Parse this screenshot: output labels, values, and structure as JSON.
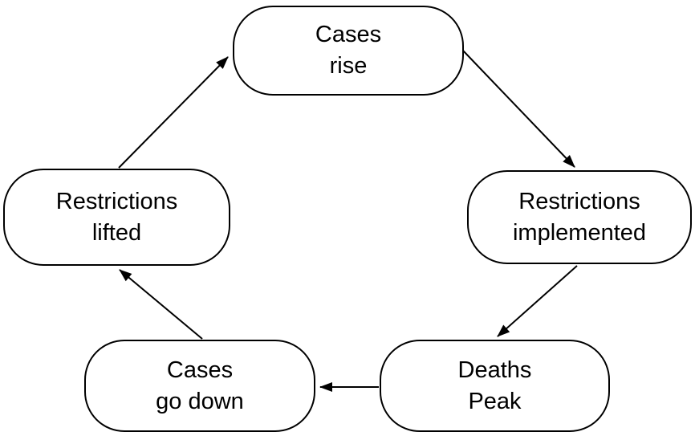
{
  "diagram": {
    "type": "cycle-flowchart",
    "background_color": "#ffffff",
    "node_fill_color": "#ffffff",
    "node_stroke_color": "#000000",
    "text_color": "#000000",
    "arrow_color": "#000000",
    "nodes": [
      {
        "id": "cases-rise",
        "line1": "Cases",
        "line2": "rise",
        "position": "top-center"
      },
      {
        "id": "restrictions-implemented",
        "line1": "Restrictions",
        "line2": "implemented",
        "position": "right"
      },
      {
        "id": "deaths-peak",
        "line1": "Deaths",
        "line2": "Peak",
        "position": "bottom-right"
      },
      {
        "id": "cases-go-down",
        "line1": "Cases",
        "line2": "go down",
        "position": "bottom-left"
      },
      {
        "id": "restrictions-lifted",
        "line1": "Restrictions",
        "line2": "lifted",
        "position": "left"
      }
    ],
    "edges": [
      {
        "from": "cases-rise",
        "to": "restrictions-implemented"
      },
      {
        "from": "restrictions-implemented",
        "to": "deaths-peak"
      },
      {
        "from": "deaths-peak",
        "to": "cases-go-down"
      },
      {
        "from": "cases-go-down",
        "to": "restrictions-lifted"
      },
      {
        "from": "restrictions-lifted",
        "to": "cases-rise"
      }
    ]
  }
}
